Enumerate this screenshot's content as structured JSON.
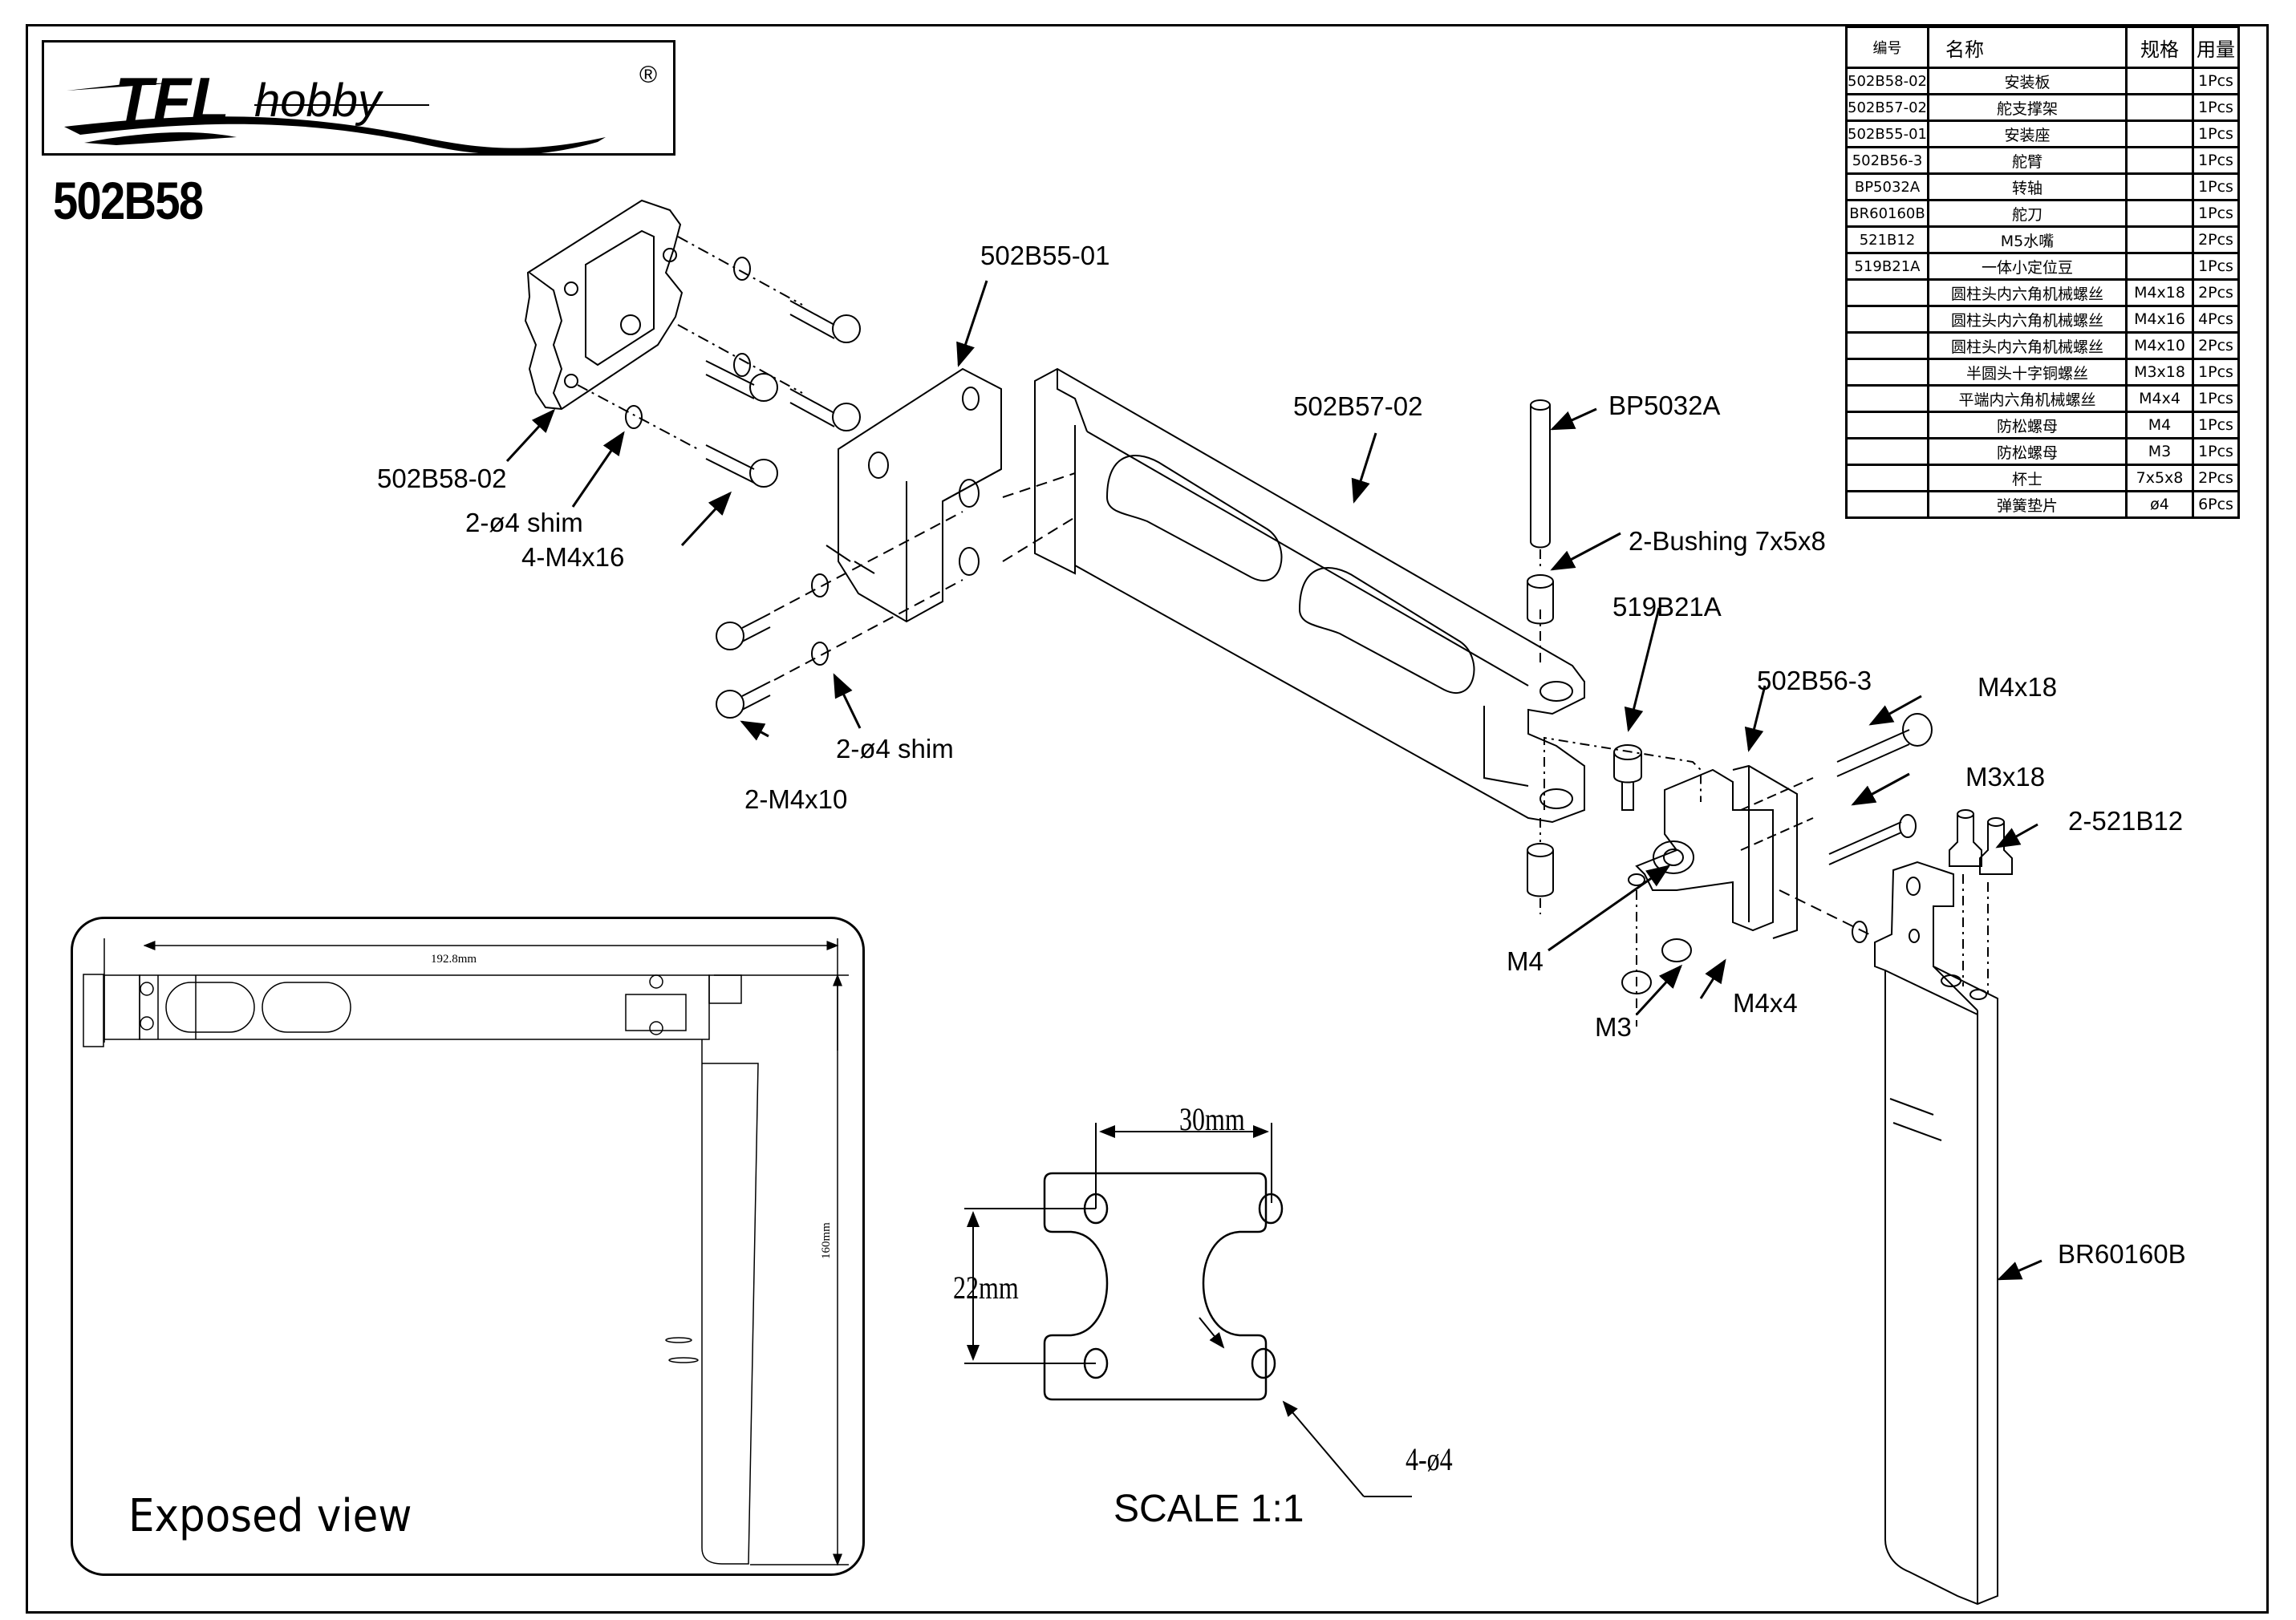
{
  "brand": {
    "name_primary": "TFL",
    "name_secondary": "hobby",
    "registered_mark": "®"
  },
  "model_number": "502B58",
  "parts_table": {
    "headers": {
      "code": "编号",
      "name": "名称",
      "spec": "规格",
      "qty": "用量"
    },
    "rows": [
      {
        "code": "502B58-02",
        "name": "安装板",
        "spec": "",
        "qty": "1Pcs"
      },
      {
        "code": "502B57-02",
        "name": "舵支撑架",
        "spec": "",
        "qty": "1Pcs"
      },
      {
        "code": "502B55-01",
        "name": "安装座",
        "spec": "",
        "qty": "1Pcs"
      },
      {
        "code": "502B56-3",
        "name": "舵臂",
        "spec": "",
        "qty": "1Pcs"
      },
      {
        "code": "BP5032A",
        "name": "转轴",
        "spec": "",
        "qty": "1Pcs"
      },
      {
        "code": "BR60160B",
        "name": "舵刀",
        "spec": "",
        "qty": "1Pcs"
      },
      {
        "code": "521B12",
        "name": "M5水嘴",
        "spec": "",
        "qty": "2Pcs"
      },
      {
        "code": "519B21A",
        "name": "一体小定位豆",
        "spec": "",
        "qty": "1Pcs"
      },
      {
        "code": "",
        "name": "圆柱头内六角机械螺丝",
        "spec": "M4x18",
        "qty": "2Pcs"
      },
      {
        "code": "",
        "name": "圆柱头内六角机械螺丝",
        "spec": "M4x16",
        "qty": "4Pcs"
      },
      {
        "code": "",
        "name": "圆柱头内六角机械螺丝",
        "spec": "M4x10",
        "qty": "2Pcs"
      },
      {
        "code": "",
        "name": "半圆头十字铜螺丝",
        "spec": "M3x18",
        "qty": "1Pcs"
      },
      {
        "code": "",
        "name": "平端内六角机械螺丝",
        "spec": "M4x4",
        "qty": "1Pcs"
      },
      {
        "code": "",
        "name": "防松螺母",
        "spec": "M4",
        "qty": "1Pcs"
      },
      {
        "code": "",
        "name": "防松螺母",
        "spec": "M3",
        "qty": "1Pcs"
      },
      {
        "code": "",
        "name": "杯士",
        "spec": "7x5x8",
        "qty": "2Pcs"
      },
      {
        "code": "",
        "name": "弹簧垫片",
        "spec": "ø4",
        "qty": "6Pcs"
      }
    ]
  },
  "callouts": {
    "mount_seat": "502B55-01",
    "support_arm": "502B57-02",
    "mount_plate": "502B58-02",
    "shim_top": "2-ø4 shim",
    "screws_m4x16": "4-M4x16",
    "shim_bottom": "2-ø4 shim",
    "screws_m4x10": "2-M4x10",
    "pivot_shaft": "BP5032A",
    "bushing": "2-Bushing 7x5x8",
    "locator": "519B21A",
    "rudder_arm": "502B56-3",
    "screw_m4x18": "M4x18",
    "screw_m3x18": "M3x18",
    "water_nipples": "2-521B12",
    "nut_m4": "M4",
    "nut_m3": "M3",
    "set_screw": "M4x4",
    "rudder_blade": "BR60160B"
  },
  "exposed_view": {
    "title": "Exposed view",
    "length_dim": "192.8mm",
    "height_dim": "160mm"
  },
  "scale_drawing": {
    "hole_spacing_x": "30mm",
    "hole_spacing_y": "22mm",
    "holes": "4-ø4",
    "scale": "SCALE 1:1"
  }
}
